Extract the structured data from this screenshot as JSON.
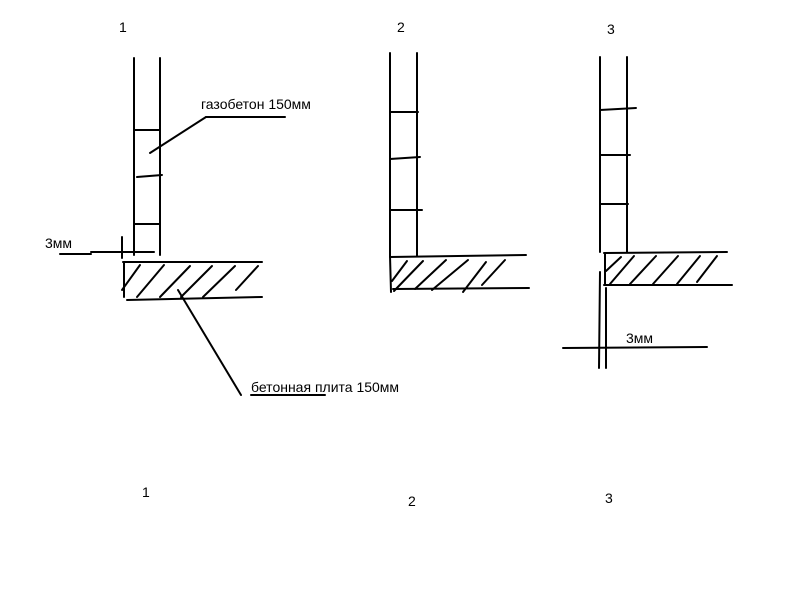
{
  "diagram": {
    "top_numbers": [
      "1",
      "2",
      "3"
    ],
    "bottom_numbers": [
      "1",
      "2",
      "3"
    ],
    "labels": {
      "aerated_concrete": "газобетон 150мм",
      "concrete_slab": "бетонная плита 150мм",
      "gap_1": "3мм",
      "gap_3": "3мм"
    }
  }
}
